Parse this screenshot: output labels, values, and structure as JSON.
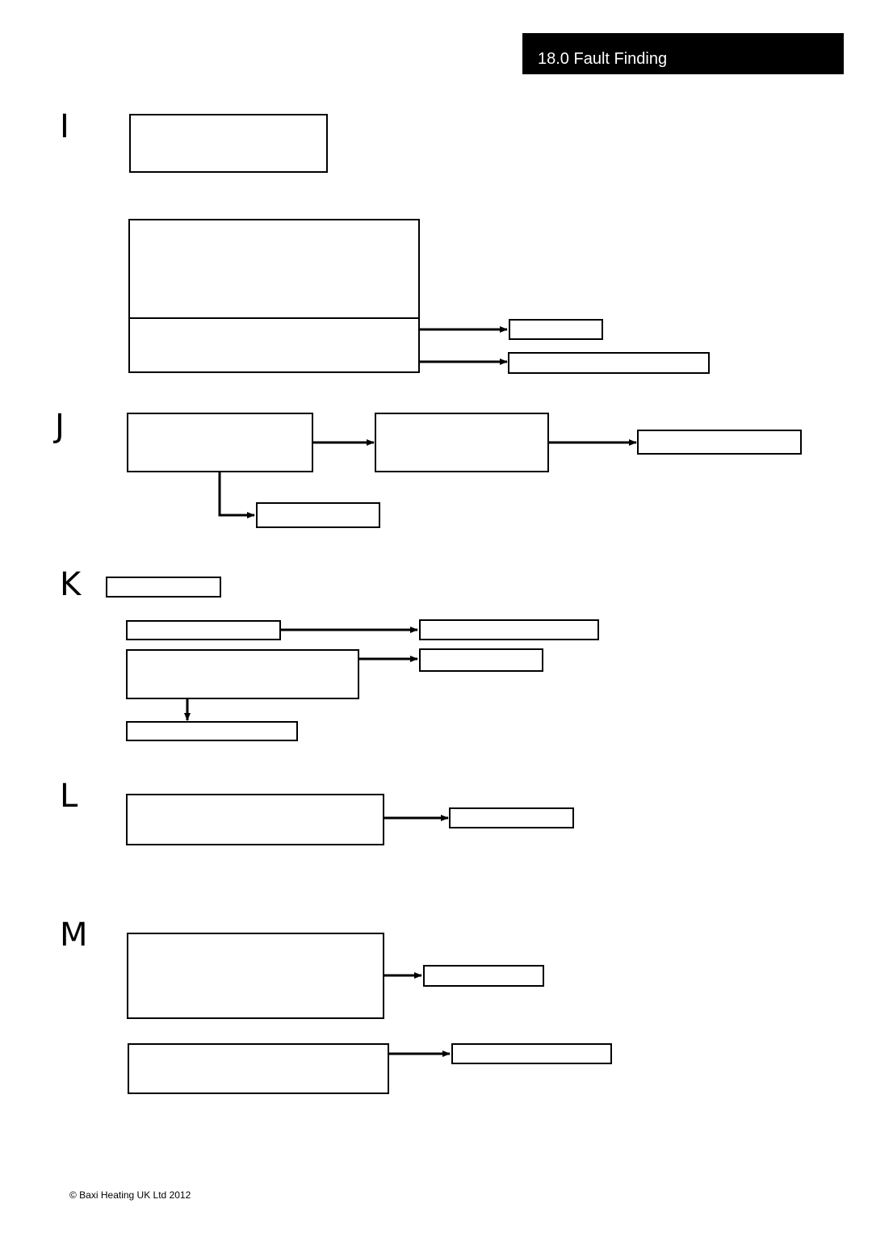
{
  "header": {
    "title": "18.0 Fault Finding"
  },
  "footer": {
    "copyright": "© Baxi Heating UK Ltd 2012",
    "page_number": ""
  },
  "sections": {
    "I": {
      "letter": "I",
      "step1": {
        "bullet": "",
        "lines": [
          "",
          "",
          ""
        ]
      },
      "step2": {
        "bullet": "",
        "lines": [
          "",
          "",
          "",
          "",
          ""
        ],
        "question": "",
        "yes_label": "",
        "no_label": "",
        "yes_result": "",
        "no_result": ""
      }
    },
    "J": {
      "letter": "J",
      "step1": {
        "bullet": "",
        "lines": [
          "",
          "",
          ""
        ]
      },
      "step1_yes_label": "",
      "step1_no_label": "",
      "step2": {
        "lines": [
          "",
          "",
          ""
        ]
      },
      "step2_label": "",
      "step2_result": "",
      "step1_result": ""
    },
    "K": {
      "letter": "K",
      "intro": "",
      "step1": {
        "bullet": "",
        "text": "",
        "label": "",
        "result": ""
      },
      "step2": {
        "bullet": "",
        "lines": [
          "",
          "",
          ""
        ],
        "right_label": "",
        "right_result": "",
        "down_label": "",
        "down_result": ""
      }
    },
    "L": {
      "letter": "L",
      "step1": {
        "bullet": "",
        "lines": [
          "",
          ""
        ],
        "label": "",
        "result": ""
      }
    },
    "M": {
      "letter": "M",
      "step1": {
        "bullet": "",
        "lines": [
          "",
          "",
          "",
          "",
          ""
        ],
        "label": "",
        "result": ""
      },
      "step2": {
        "bullet": "",
        "lines": [
          "",
          ""
        ],
        "label": "",
        "result": ""
      }
    }
  }
}
